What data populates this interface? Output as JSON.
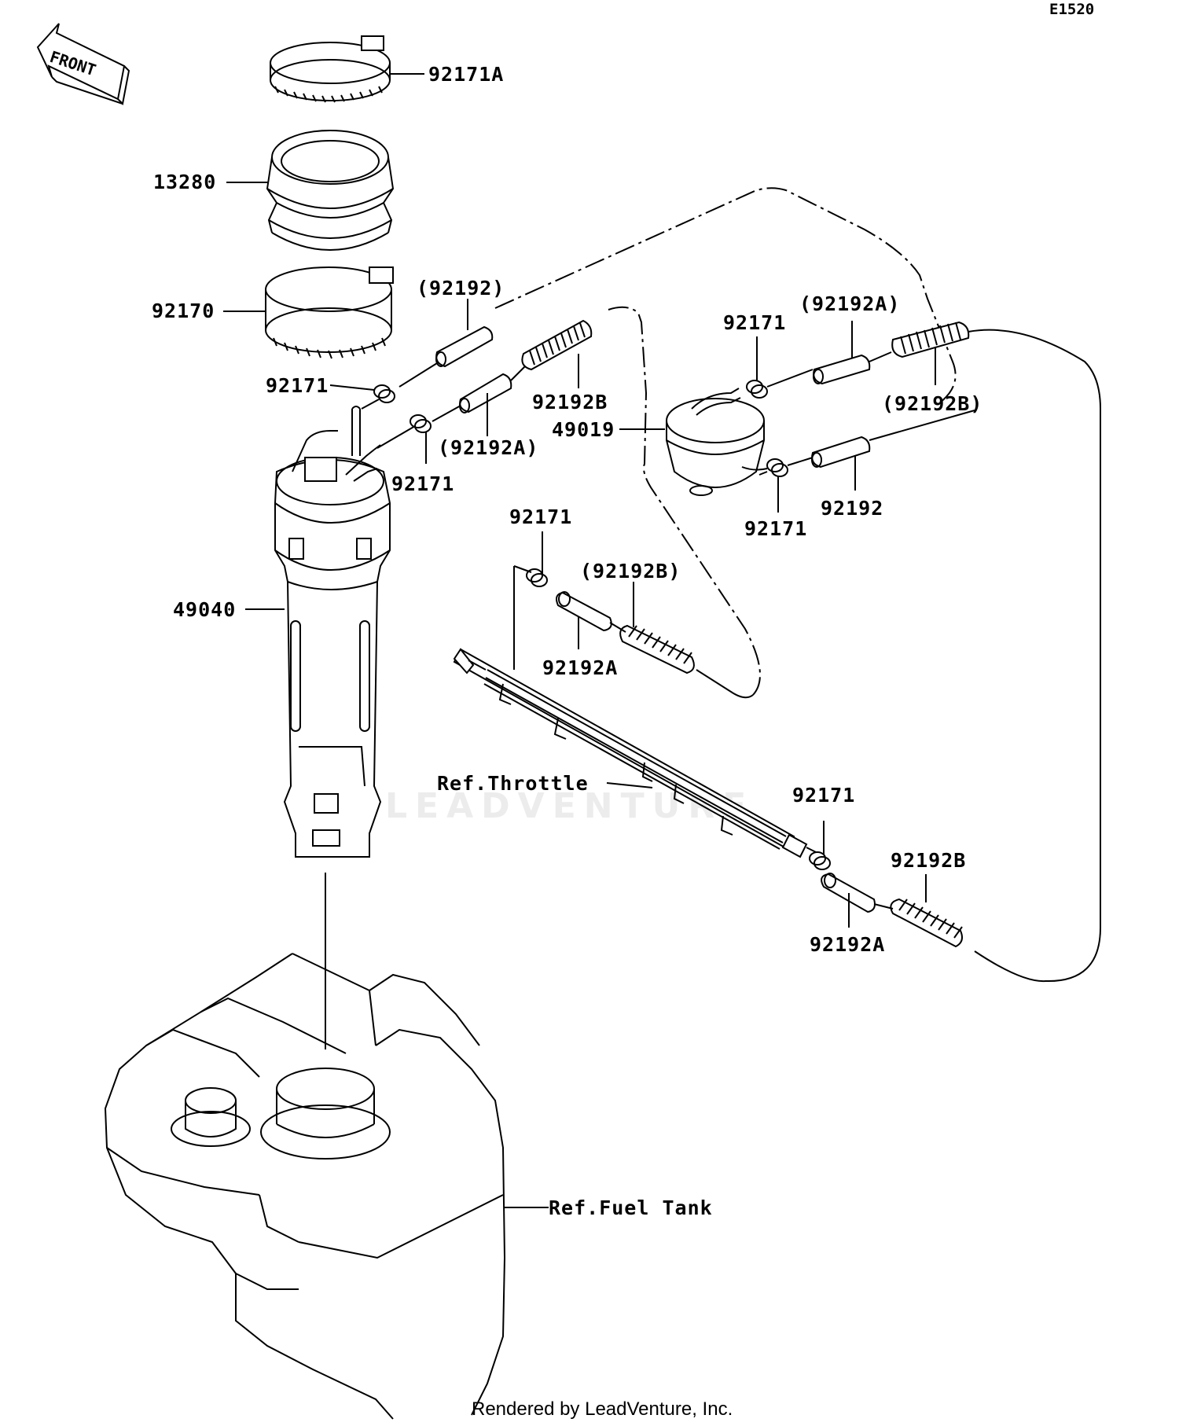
{
  "diagram": {
    "code": "E1520",
    "front_label": "FRONT",
    "watermark": "LEADVENTURE",
    "credit": "Rendered by LeadVenture, Inc.",
    "labels": {
      "clamp_top": "92171A",
      "seal": "13280",
      "band": "92170",
      "hose_top_paren": "(92192)",
      "clip_left": "92171",
      "spring_left": "92192B",
      "hose_left_a_paren": "(92192A)",
      "clip_left_lower": "92171",
      "filter": "49019",
      "clip_right_top": "92171",
      "hose_right_a_paren": "(92192A)",
      "spring_right_paren": "(92192B)",
      "clip_right_bottom": "92171",
      "hose_right": "92192",
      "pump": "49040",
      "clip_mid": "92171",
      "spring_mid_paren": "(92192B)",
      "hose_mid_a": "92192A",
      "ref_throttle": "Ref.Throttle",
      "clip_low": "92171",
      "spring_low": "92192B",
      "hose_low_a": "92192A",
      "ref_fuel_tank": "Ref.Fuel Tank"
    }
  }
}
